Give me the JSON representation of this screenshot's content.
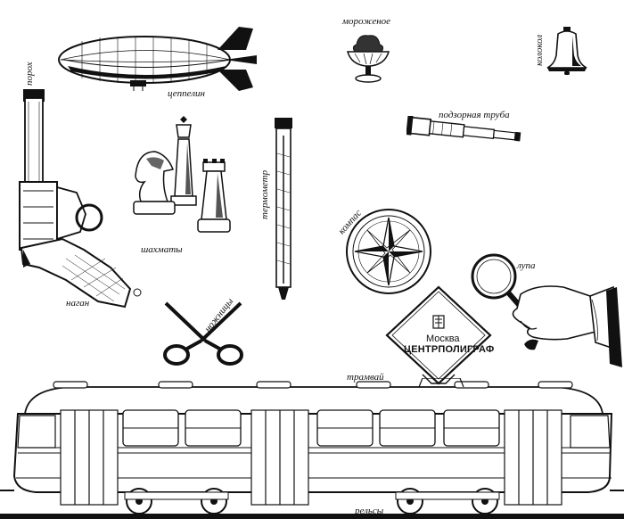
{
  "labels": {
    "zeppelin": "цеппелин",
    "ice_cream": "мороженое",
    "bell": "колокол",
    "gunpowder": "порох",
    "revolver": "наган",
    "chess": "шахматы",
    "thermometer": "термометр",
    "telescope": "подзорная труба",
    "compass": "компас",
    "magnifier": "лупа",
    "scissors": "ножницы",
    "tram": "трамвай",
    "rails": "рельсы"
  },
  "sign": {
    "line1": "Москва",
    "line2": "ЦЕНТРПОЛИГРАФ"
  }
}
